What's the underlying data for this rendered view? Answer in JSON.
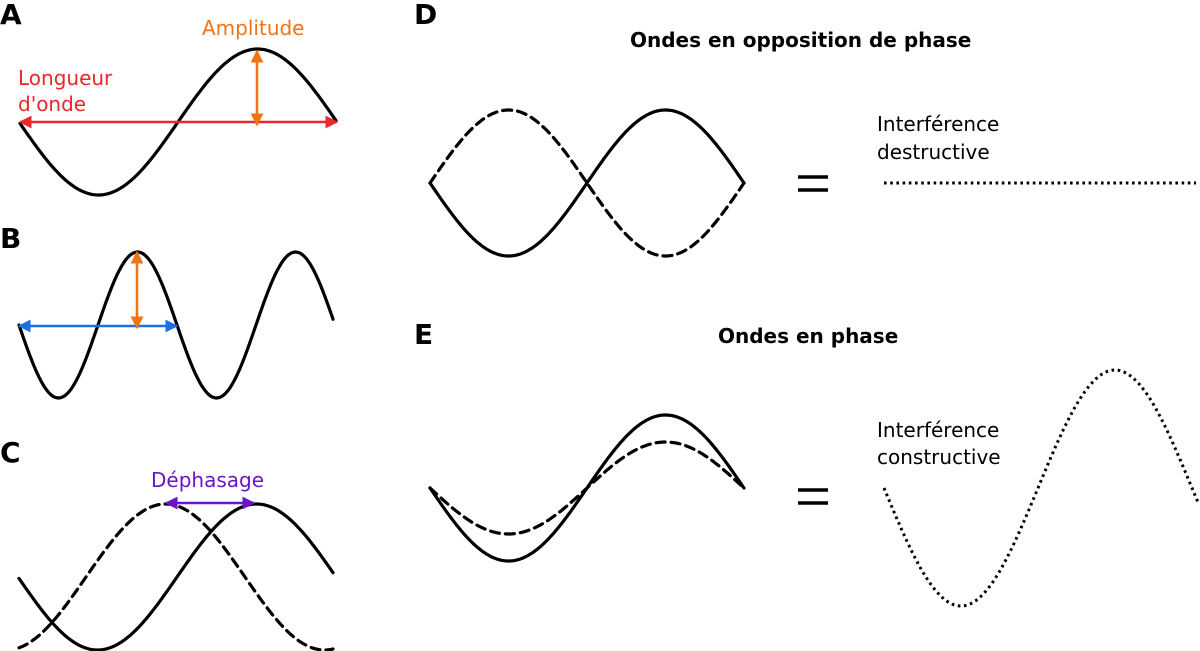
{
  "panels": {
    "a": {
      "letter": "A",
      "wavelength_label_line1": "Longueur",
      "wavelength_label_line2": "d'onde",
      "amplitude_label": "Amplitude"
    },
    "b": {
      "letter": "B"
    },
    "c": {
      "letter": "C",
      "phase_label": "Déphasage"
    },
    "d": {
      "letter": "D",
      "title": "Ondes en opposition de phase",
      "result_line1": "Interférence",
      "result_line2": "destructive",
      "equals": "="
    },
    "e": {
      "letter": "E",
      "title": "Ondes en phase",
      "result_line1": "Interférence",
      "result_line2": "constructive",
      "equals": "="
    }
  },
  "colors": {
    "wavelength": "#e8282b",
    "amplitude": "#f07316",
    "wavelength_b": "#1c6fe3",
    "phase": "#6a16c4",
    "wave": "#000000"
  }
}
